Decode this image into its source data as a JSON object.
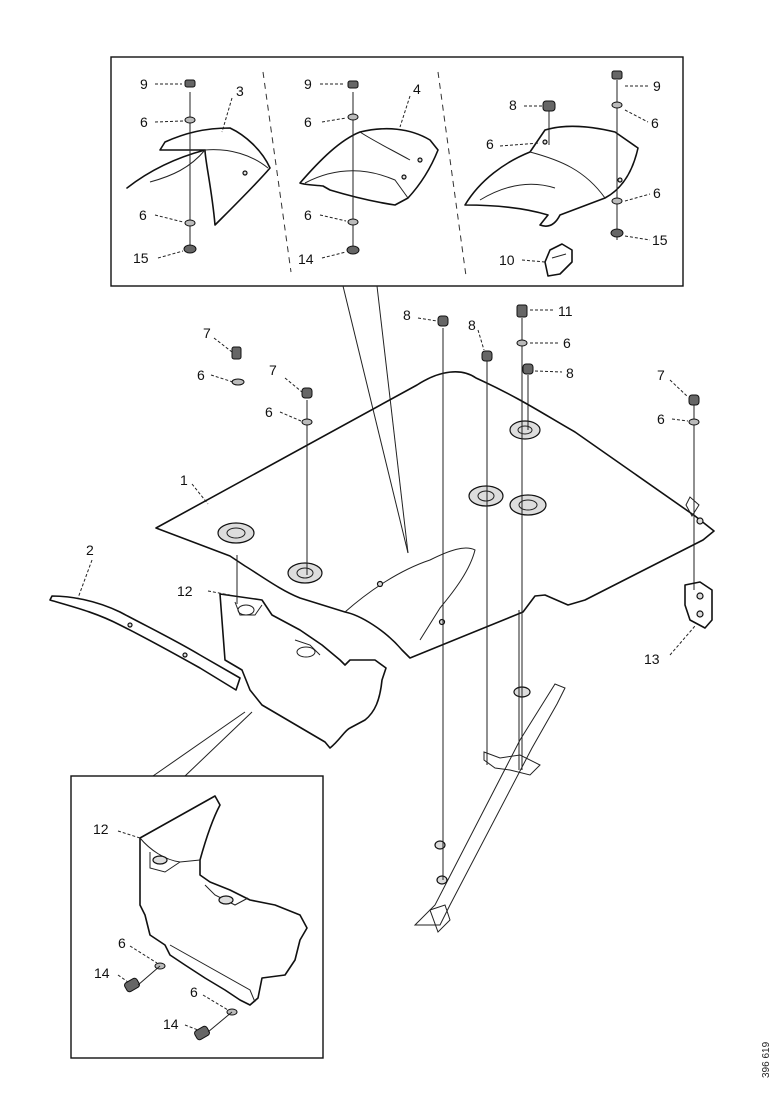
{
  "figure_id": "396 619",
  "callouts": {
    "top_panel_a": {
      "c9": "9",
      "c6a": "6",
      "c3": "3",
      "c6b": "6",
      "c15": "15"
    },
    "top_panel_b": {
      "c9": "9",
      "c6a": "6",
      "c4": "4",
      "c6b": "6",
      "c14": "14"
    },
    "top_panel_c": {
      "c9": "9",
      "c8": "8",
      "c6a": "6",
      "c6b": "6",
      "c6c": "6",
      "c15": "15",
      "c10": "10"
    },
    "main": {
      "c1": "1",
      "c2": "2",
      "c7a": "7",
      "c6a": "6",
      "c7b": "7",
      "c6b": "6",
      "c8a": "8",
      "c8b": "8",
      "c11": "11",
      "c6c": "6",
      "c8c": "8",
      "c7c": "7",
      "c6d": "6",
      "c12": "12",
      "c13": "13"
    },
    "bottom_panel": {
      "c12": "12",
      "c6a": "6",
      "c14a": "14",
      "c6b": "6",
      "c14b": "14"
    }
  }
}
